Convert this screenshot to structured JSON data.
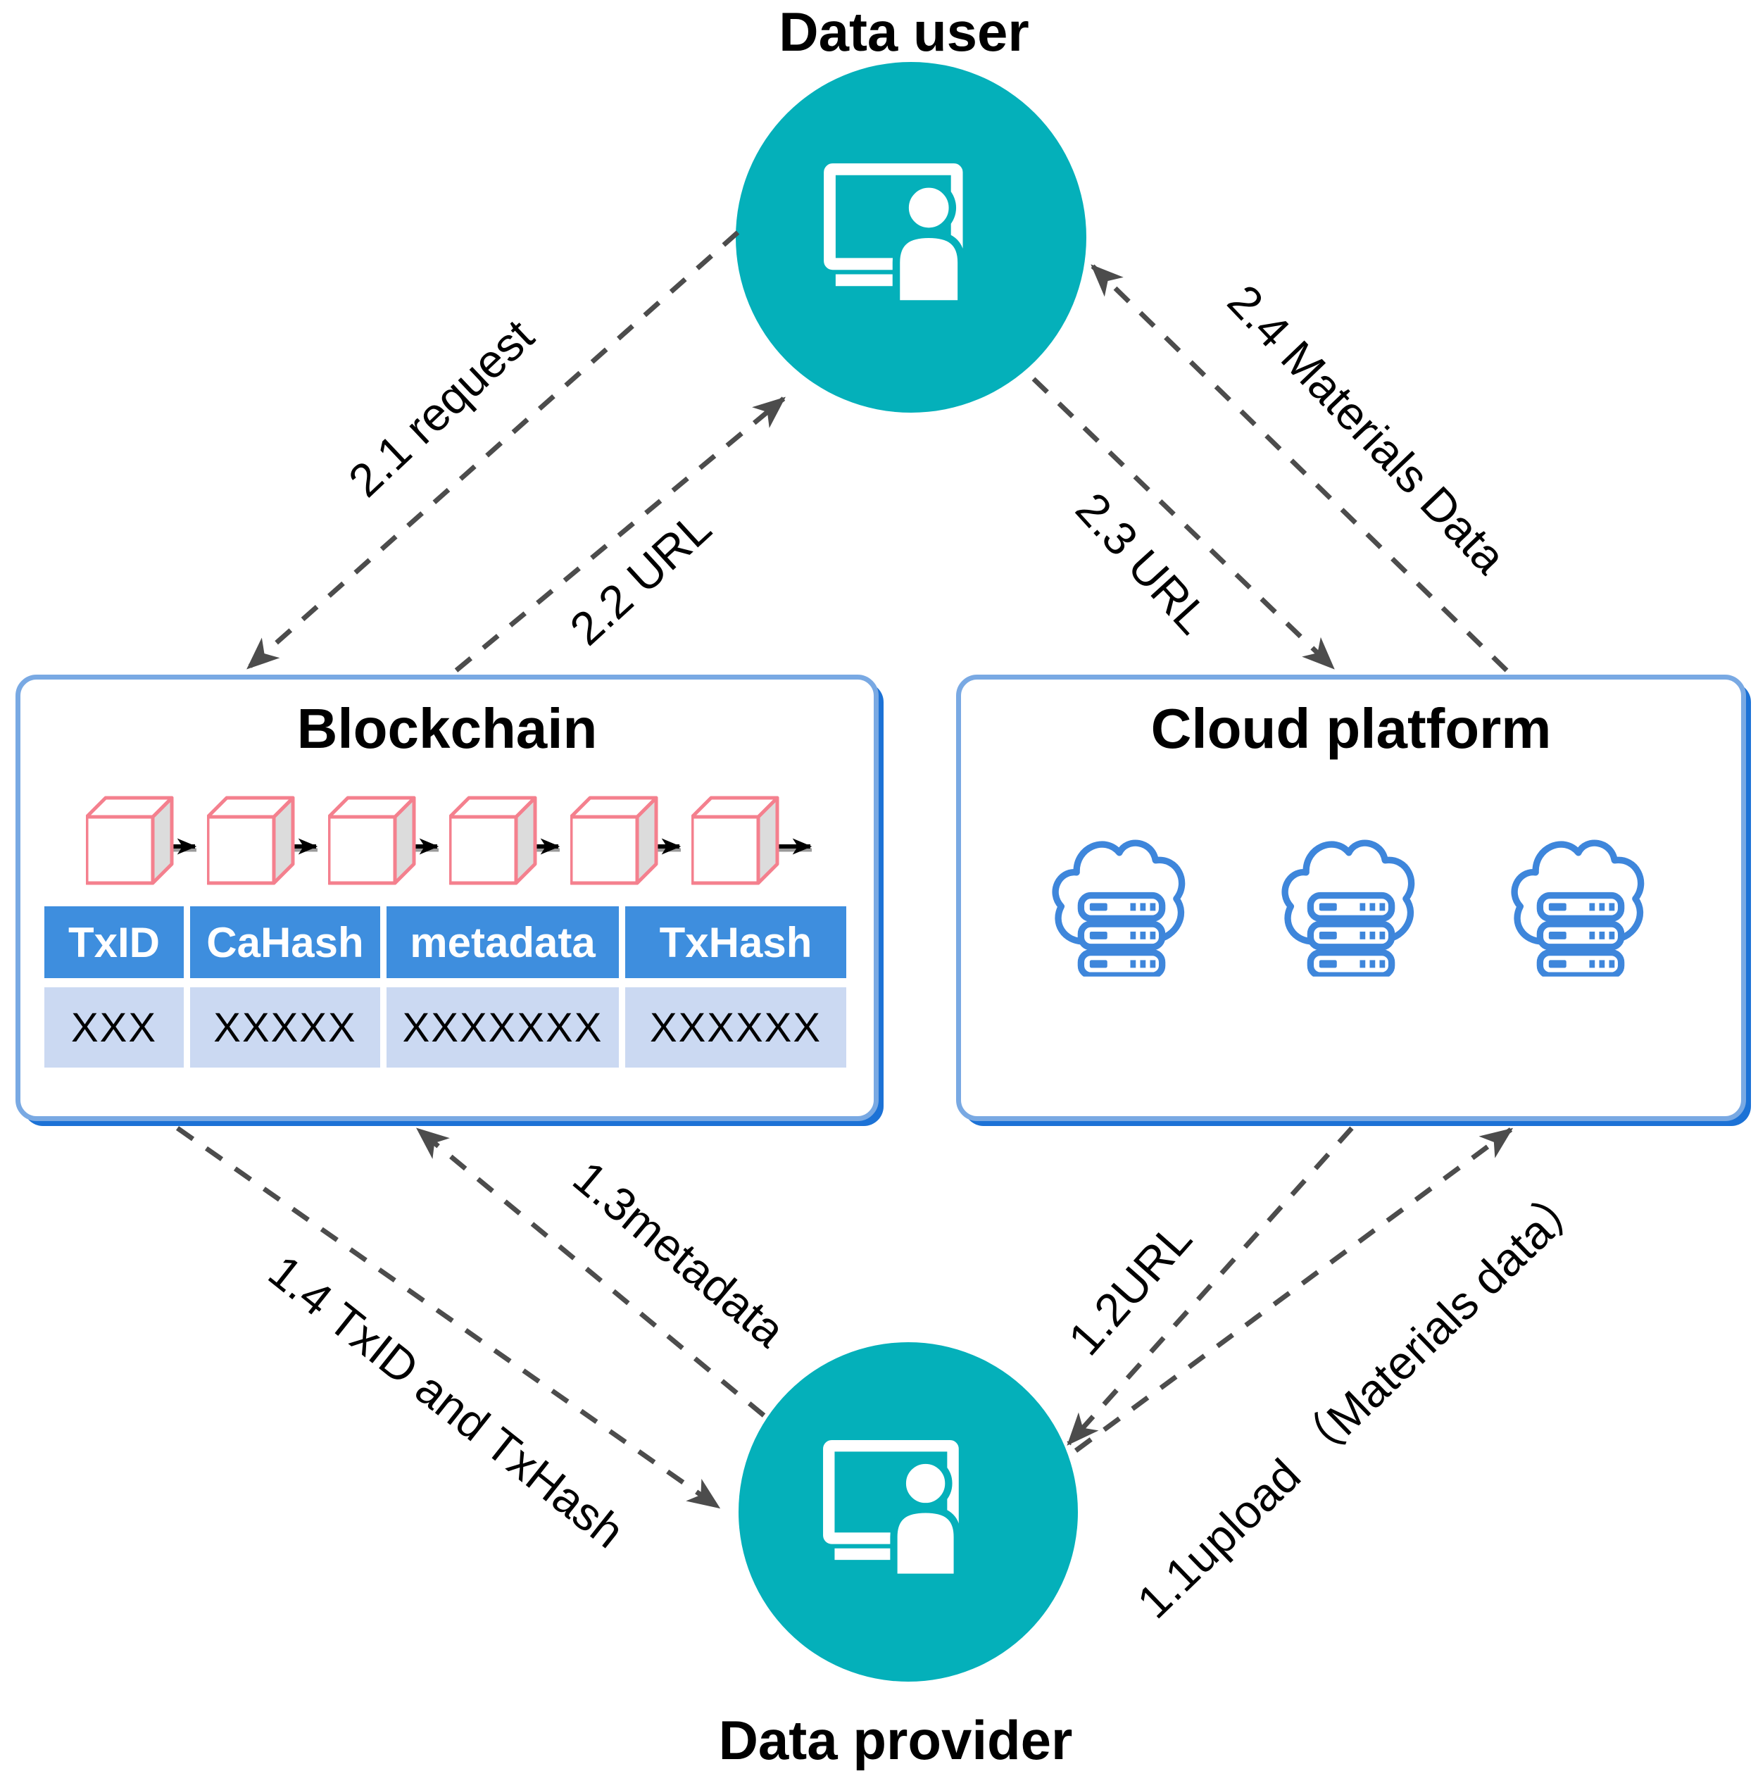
{
  "nodes": {
    "data_user": {
      "label": "Data user"
    },
    "data_provider": {
      "label": "Data provider"
    },
    "blockchain": {
      "title": "Blockchain",
      "blocks_count": 6
    },
    "cloud_platform": {
      "title": "Cloud platform",
      "server_count": 3
    }
  },
  "blockchain_table": {
    "headers": [
      "TxID",
      "CaHash",
      "metadata",
      "TxHash"
    ],
    "rows": [
      [
        "XXX",
        "XXXXX",
        "XXXXXXX",
        "XXXXXX"
      ]
    ]
  },
  "arrows": [
    {
      "id": "2.1",
      "label": "2.1 request",
      "from": "Data user",
      "to": "Blockchain"
    },
    {
      "id": "2.2",
      "label": "2.2 URL",
      "from": "Blockchain",
      "to": "Data user"
    },
    {
      "id": "2.3",
      "label": "2.3 URL",
      "from": "Data user",
      "to": "Cloud platform"
    },
    {
      "id": "2.4",
      "label": "2.4 Materials Data",
      "from": "Cloud platform",
      "to": "Data user"
    },
    {
      "id": "1.3",
      "label": "1.3metadata",
      "from": "Data provider",
      "to": "Blockchain"
    },
    {
      "id": "1.4",
      "label": "1.4 TxID and TxHash",
      "from": "Blockchain",
      "to": "Data provider"
    },
    {
      "id": "1.2",
      "label": "1.2URL",
      "from": "Cloud platform",
      "to": "Data provider"
    },
    {
      "id": "1.1",
      "label": "1.1upload （Materials data）",
      "from": "Data provider",
      "to": "Cloud platform"
    }
  ],
  "colors": {
    "node_teal": "#04B0BA",
    "box_border_light": "#79A9E3",
    "box_shadow_dark": "#1C72D6",
    "table_header_blue": "#3E8EDE",
    "table_row_blue": "#CBD9F2",
    "block_pink": "#F4808E",
    "block_side_gray": "#DCDCDC",
    "cloud_blue": "#3E86DB",
    "dash_gray": "#4C4C4C"
  }
}
